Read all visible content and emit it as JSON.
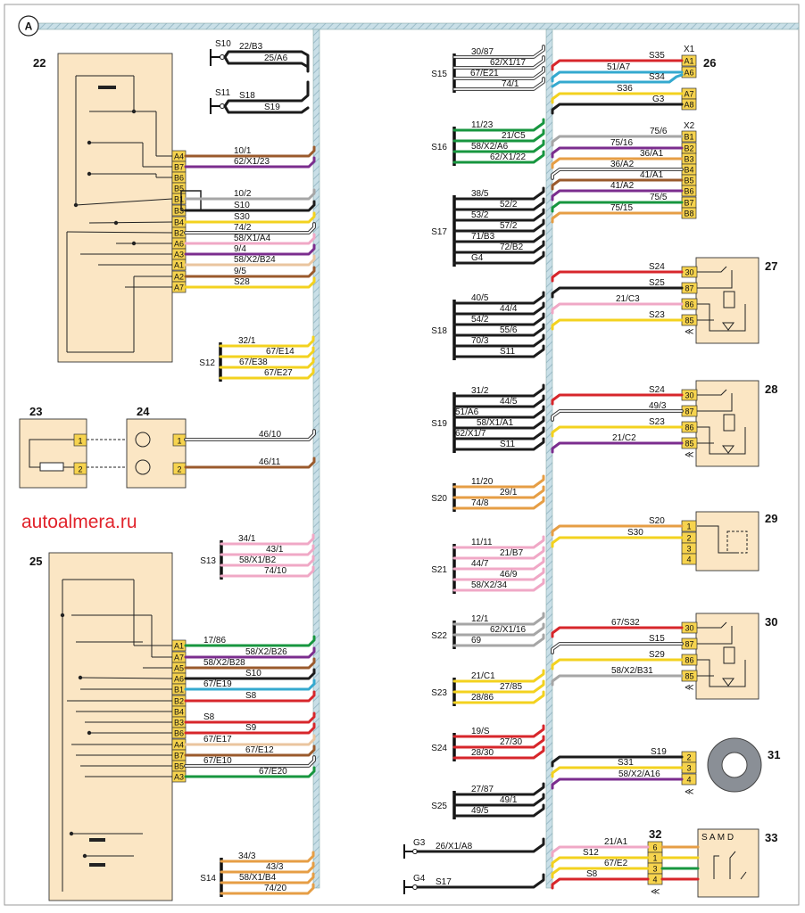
{
  "title_marker": "A",
  "watermark": "autoalmera.ru",
  "colors": {
    "R": "#d7262b",
    "K": "#1b1b1b",
    "Y": "#f3d21f",
    "B": "#34a9cf",
    "P": "#7b2d8e",
    "N": "#9a5a2c",
    "G": "#17963f",
    "S": "#a6a6a6",
    "W": "#ffffff",
    "O": "#e69e45",
    "PK": "#f0a8c6",
    "LN": "#eac59f",
    "fill": "#fbe6c4",
    "trunk": "#bcd6e0"
  },
  "blocks": {
    "b22": {
      "num": "22",
      "pins": [
        "A4",
        "B7",
        "B6",
        "B5",
        "B1",
        "B3",
        "B4",
        "B2",
        "A6",
        "A3",
        "A1",
        "A2",
        "A7"
      ]
    },
    "b23": {
      "num": "23",
      "pins": [
        "1",
        "2"
      ]
    },
    "b24": {
      "num": "24",
      "pins": [
        "1",
        "2"
      ]
    },
    "b25": {
      "num": "25",
      "pins": [
        "A1",
        "A7",
        "A5",
        "A6",
        "B1",
        "B2",
        "B4",
        "B3",
        "B6",
        "A4",
        "B7",
        "B5",
        "A3"
      ]
    },
    "b26": {
      "num": "26",
      "c1": "X1",
      "c2": "X2",
      "pins1": [
        "A1",
        "A6",
        "A7",
        "A8"
      ],
      "pins2": [
        "B1",
        "B2",
        "B3",
        "B4",
        "B5",
        "B6",
        "B7",
        "B8"
      ]
    },
    "b27": {
      "num": "27",
      "pins": [
        "30",
        "87",
        "86",
        "85"
      ]
    },
    "b28": {
      "num": "28",
      "pins": [
        "30",
        "87",
        "86",
        "85"
      ]
    },
    "b29": {
      "num": "29",
      "pins": [
        "1",
        "2",
        "3",
        "4"
      ]
    },
    "b30": {
      "num": "30",
      "pins": [
        "30",
        "87",
        "86",
        "85"
      ]
    },
    "b31": {
      "num": "31",
      "pins": [
        "2",
        "3",
        "4"
      ]
    },
    "b32": {
      "num": "32",
      "pins": [
        "6",
        "1",
        "3",
        "4"
      ]
    },
    "b33": {
      "num": "33",
      "header": "S A M D"
    }
  },
  "splices": {
    "S10": {
      "name": "S10",
      "wires": [
        "22/B3",
        "25/A6"
      ]
    },
    "S11": {
      "name": "S11",
      "wires": [
        "S18",
        "S19"
      ]
    },
    "S12": {
      "name": "S12",
      "wires": [
        "32/1",
        "67/E14",
        "67/E38",
        "67/E27"
      ]
    },
    "S13": {
      "name": "S13",
      "wires": [
        "34/1",
        "43/1",
        "58/X1/B2",
        "74/10"
      ]
    },
    "S14": {
      "name": "S14",
      "wires": [
        "34/3",
        "43/3",
        "58/X1/B4",
        "74/20"
      ]
    },
    "S15": {
      "name": "S15",
      "wires": [
        "30/87",
        "62/X1/17",
        "67/E21",
        "74/1"
      ]
    },
    "S16": {
      "name": "S16",
      "wires": [
        "11/23",
        "21/C5",
        "58/X2/A6",
        "62/X1/22"
      ]
    },
    "S17": {
      "name": "S17",
      "wires": [
        "38/5",
        "52/2",
        "53/2",
        "57/2",
        "71/B3",
        "72/B2",
        "G4"
      ]
    },
    "S18": {
      "name": "S18",
      "wires": [
        "40/5",
        "44/4",
        "54/2",
        "55/6",
        "70/3",
        "S11"
      ]
    },
    "S19": {
      "name": "S19",
      "wires": [
        "31/2",
        "44/5",
        "51/A6",
        "58/X1/A1",
        "62/X1/7",
        "S11"
      ]
    },
    "S20": {
      "name": "S20",
      "wires": [
        "11/20",
        "29/1",
        "74/8"
      ]
    },
    "S21": {
      "name": "S21",
      "wires": [
        "11/11",
        "21/B7",
        "44/7",
        "46/9",
        "58/X2/34"
      ]
    },
    "S22": {
      "name": "S22",
      "wires": [
        "12/1",
        "62/X1/16",
        "69"
      ]
    },
    "S23": {
      "name": "S23",
      "wires": [
        "21/C1",
        "27/85",
        "28/86"
      ]
    },
    "S24": {
      "name": "S24",
      "wires": [
        "19/S",
        "27/30",
        "28/30"
      ]
    },
    "S25": {
      "name": "S25",
      "wires": [
        "27/87",
        "49/1",
        "49/5"
      ]
    }
  },
  "grounds": {
    "G3": {
      "name": "G3",
      "wire": "26/X1/A8"
    },
    "G4": {
      "name": "G4",
      "wire": "S17"
    }
  },
  "wires": {
    "b22": [
      "10/1",
      "62/X1/23",
      "10/2",
      "S10",
      "S30",
      "74/2",
      "58/X1/A4",
      "9/4",
      "58/X2/B24",
      "9/5",
      "S28"
    ],
    "b24": [
      "46/10",
      "46/11"
    ],
    "b25": [
      "17/86",
      "58/X2/B26",
      "58/X2/B28",
      "S10",
      "67/E19",
      "S8",
      "S8",
      "S9",
      "67/E17",
      "67/E12",
      "67/E10",
      "67/E20"
    ],
    "x1": [
      "S35",
      "51/A7",
      "S34",
      "S36",
      "G3"
    ],
    "x2": [
      "75/6",
      "75/16",
      "36/A1",
      "36/A2",
      "41/A1",
      "41/A2",
      "75/5",
      "75/15"
    ],
    "b27": [
      "S24",
      "S25",
      "21/C3",
      "S23"
    ],
    "b28": [
      "S24",
      "49/3",
      "S23",
      "21/C2"
    ],
    "b29": [
      "S20",
      "S30"
    ],
    "b30": [
      "67/S32",
      "S15",
      "S29",
      "58/X2/B31"
    ],
    "b31": [
      "S19",
      "S31",
      "58/X2/A16"
    ],
    "b32": [
      "21/A1",
      "S12",
      "67/E2",
      "S8"
    ]
  }
}
